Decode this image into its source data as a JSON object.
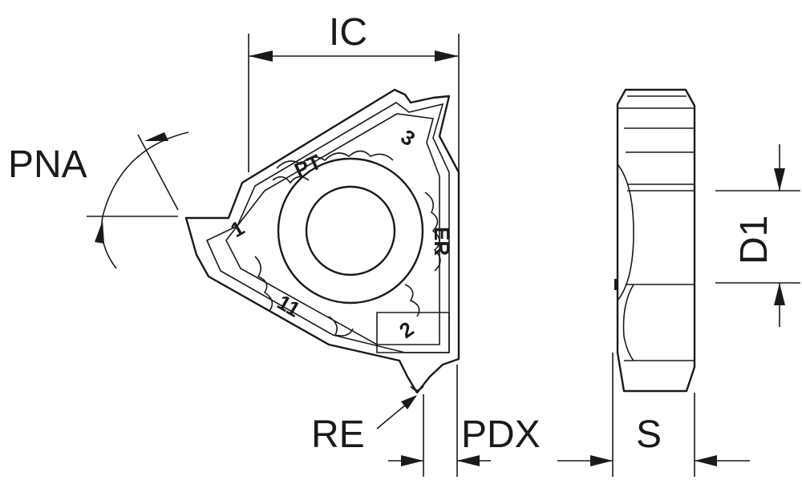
{
  "labels": {
    "ic": "IC",
    "pna": "PNA",
    "re": "RE",
    "pdx": "PDX",
    "s": "S",
    "d1": "D1"
  },
  "insert_markings": {
    "pt": "PT",
    "er": "ER",
    "num_3": "3",
    "num_2": "2",
    "num_11": "11",
    "num_1": "1"
  }
}
